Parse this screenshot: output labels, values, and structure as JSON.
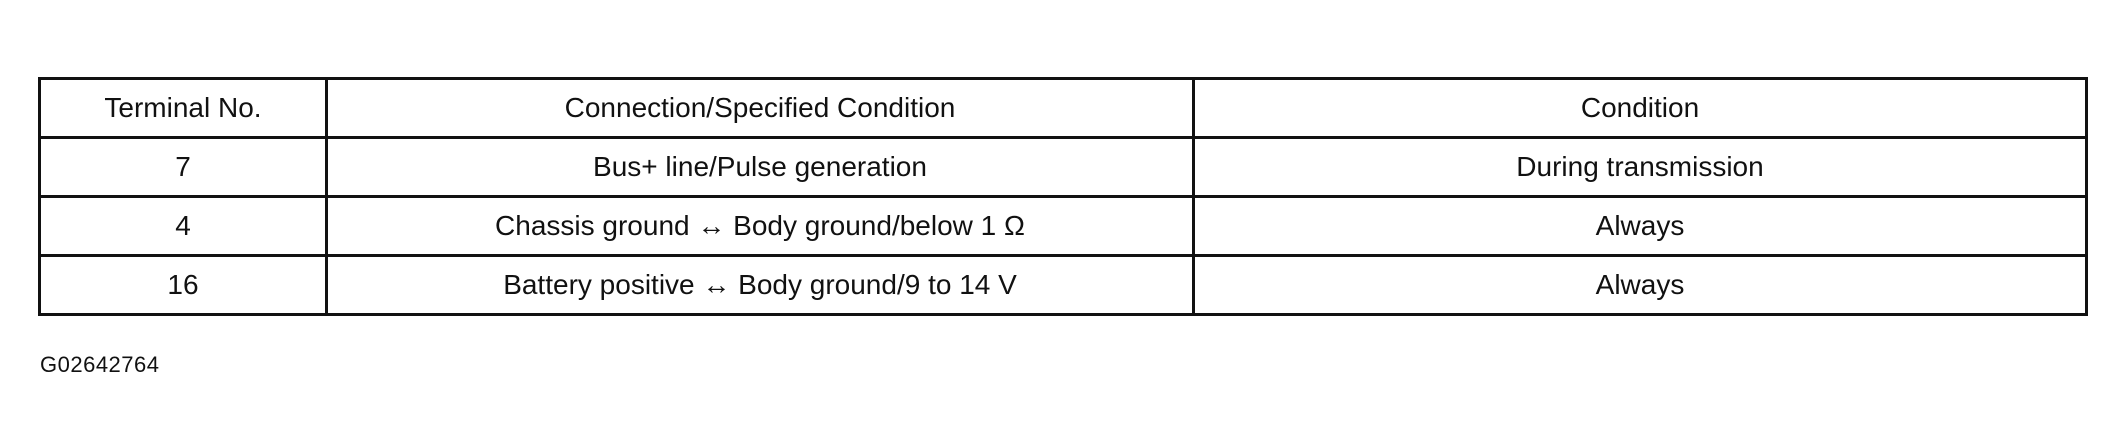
{
  "table": {
    "headers": [
      "Terminal No.",
      "Connection/Specified Condition",
      "Condition"
    ],
    "rows": [
      [
        "7",
        "Bus+ line/Pulse generation",
        "During transmission"
      ],
      [
        "4",
        "Chassis ground ↔ Body ground/below 1 Ω",
        "Always"
      ],
      [
        "16",
        "Battery positive ↔ Body ground/9 to 14 V",
        "Always"
      ]
    ]
  },
  "figure_id": "G02642764"
}
